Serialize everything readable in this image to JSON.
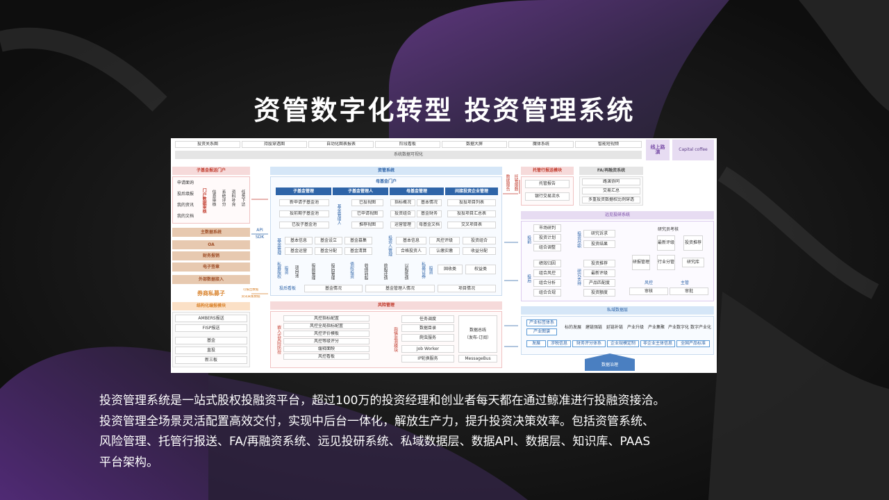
{
  "slide": {
    "title": "资管数字化转型  投资管理系统",
    "description": [
      "投资管理系统是一站式股权投融资平台，超过100万的投资经理和创业者每天都在通过鲸准进行投融资接洽。",
      "投资管理全场景灵活配置高效交付，实现中后台一体化，解放生产力，提升投资决策效率。包括资管系统、",
      "风险管理、托管行报送、FA/再融资系统、远见投研系统、私域数据层、数据API、数据层、知识库、PAAS",
      "平台架构。"
    ]
  },
  "diagram": {
    "top_tabs": [
      "投资关系图",
      "持股穿透图",
      "自动化图表报表",
      "阶段看板",
      "数据大屏",
      "魔体系统",
      "智能短视频"
    ],
    "online_roadshow": "线上路演",
    "capital_coffee": "Capital coffee",
    "viz_bar": "系统数据可视化",
    "sub_portal": {
      "title": "子基金报送门户",
      "items": [
        "申请面询",
        "投后填报",
        "我的资讯",
        "我的文档"
      ],
      "manage_label": "门户数据审核",
      "cols": [
        "信息审核",
        "系统评分",
        "资料补充",
        "任务下达"
      ]
    },
    "left_data": [
      "主数据系统",
      "OA",
      "财务报销",
      "电子签章",
      "外部数据接入"
    ],
    "api_label": "API",
    "sdk_label": "SDK",
    "securities_pe": "券商私募子",
    "arrow_notes": [
      "可报出数据",
      "资讯采集数据"
    ],
    "struct": {
      "title": "结构化编报模块",
      "items": [
        "AMBERS报送",
        "FISP报送"
      ],
      "bottom": [
        "基金",
        "直投",
        "新三板"
      ]
    },
    "asset_system": {
      "title": "资管系统",
      "mother_portal": "母基金门户",
      "headers": [
        "子基金管理",
        "子基金管理人",
        "母基金管理",
        "间接投资企业管理"
      ],
      "sub_fund": [
        "新申请子基金池",
        "投前期子基金池",
        "已投子基金池"
      ],
      "manager_label": "基金管理人",
      "sub_manager": [
        "已投视图",
        "已申请视图",
        "推荐视图"
      ],
      "mother": [
        [
          "指标概况",
          "基本情况"
        ],
        [
          "投资组合",
          "基金财务"
        ],
        [
          "运营管理",
          "母基金文档"
        ]
      ],
      "indirect": [
        "投投项目列表",
        "投投项目汇总表",
        "交叉项目表"
      ],
      "fund_mgmt_label": "基金管理",
      "fund_mgmt": [
        [
          "基本信息",
          "基金设立",
          "基金募集"
        ],
        [
          "基金运营",
          "基金分配",
          "基金清算"
        ]
      ],
      "investor_label": "投资人管理",
      "investor": [
        [
          "基本信息",
          "风控评级",
          "投资组合"
        ],
        [
          "合格投资人",
          "认缴实缴",
          "收益分配"
        ]
      ],
      "equity_label": "私募股权",
      "equity_sub": "投资",
      "equity": [
        "项目池",
        "投前管理",
        "投后管理"
      ],
      "debt_label": "债权投资",
      "debt": [
        "收债转股",
        "收股还债",
        "以股抵债"
      ],
      "securities_label": "私募证券",
      "securities_sub": "投资",
      "securities": [
        "固收类",
        "权益类"
      ],
      "board_label": "投后看板",
      "board": [
        "基金情况",
        "基金管理人情况",
        "项目情况"
      ]
    },
    "side_labels": [
      "数据报告",
      "托管报数"
    ],
    "custody": {
      "title": "托管行报送模块",
      "items": [
        "托管报告",
        "银行交易流水"
      ]
    },
    "fa": {
      "title": "FA/再融资系统",
      "items": [
        "路演协同",
        "交易汇总",
        "多重投资数据权比例穿透"
      ]
    },
    "research": {
      "title": "远见投研系统",
      "pre_label": "投前",
      "pre": [
        "市场研判",
        "投资计划",
        "组合调整"
      ],
      "post_label": "投后",
      "post": [
        "绩效归因",
        "组合风控",
        "组合分析",
        "组合合规"
      ],
      "flow_label_1": "投资尽职",
      "flow_1": [
        "研究诉求",
        "投资结果"
      ],
      "flow_label_2": "研究支持",
      "flow_2": [
        "投资推荐",
        "最新评级",
        "产品匹配度",
        "投资额度"
      ],
      "ref": "研究员考核",
      "mid": [
        "研报管理",
        "最新评级",
        "行业分管",
        "投资推荐",
        "研究库"
      ],
      "risk": "风控",
      "risk_item": "审核",
      "lead": "主管",
      "lead_item": "审批"
    },
    "risk_mgmt": {
      "title": "风险管理",
      "embedded_label": "嵌入式风险防控",
      "embedded": [
        "风控指标配置",
        "风控全局指标配置",
        "风控评价模板",
        "风控等级评分",
        "缓释面映",
        "风控看板"
      ],
      "sentiment_label": "舆情监测模块",
      "sentiment": [
        "任务调度",
        "数据目录",
        "爬虫服务",
        "Job Worker",
        "IP轮换服务"
      ],
      "bus": "数据总线",
      "bus_sub": "（发布-订阅）",
      "messagebus": "MessageBus"
    },
    "private_data": {
      "title": "私域数据层",
      "tags1": [
        "产业标签体系",
        "产业图谱"
      ],
      "cols": [
        "标的发展",
        "建链强链",
        "延链补链",
        "产业升级",
        "产业集聚",
        "产业数字化",
        "数字产业化"
      ],
      "bottom": [
        "发展",
        "涉税信息",
        "财务评分体系",
        "企业规模定制",
        "非企业主体信息",
        "全国产品标准"
      ],
      "governance": "数据治理"
    }
  }
}
